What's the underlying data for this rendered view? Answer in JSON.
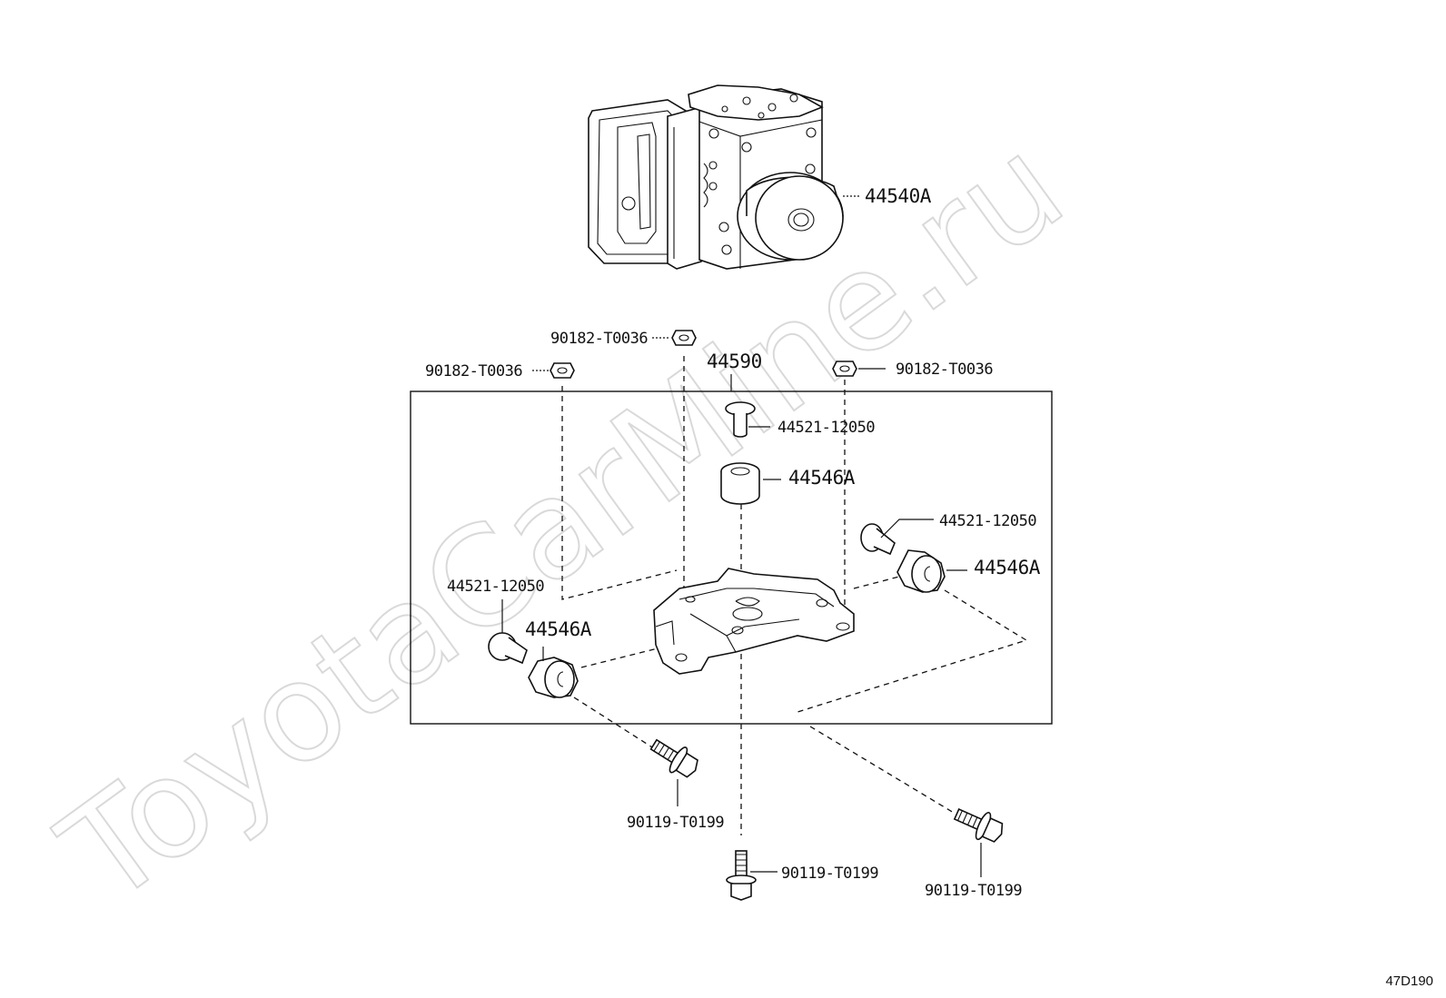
{
  "watermark": "ToyotaCarMine.ru",
  "doc_code": "47D190",
  "labels": {
    "abs_unit": "44540A",
    "bracket_assy": "44590",
    "nut_top": "90182-T0036",
    "nut_left": "90182-T0036",
    "nut_right": "90182-T0036",
    "collar_top": "44521-12050",
    "collar_right": "44521-12050",
    "collar_left": "44521-12050",
    "cushion_top": "44546A",
    "cushion_right": "44546A",
    "cushion_left": "44546A",
    "bolt_left": "90119-T0199",
    "bolt_center": "90119-T0199",
    "bolt_right": "90119-T0199"
  }
}
